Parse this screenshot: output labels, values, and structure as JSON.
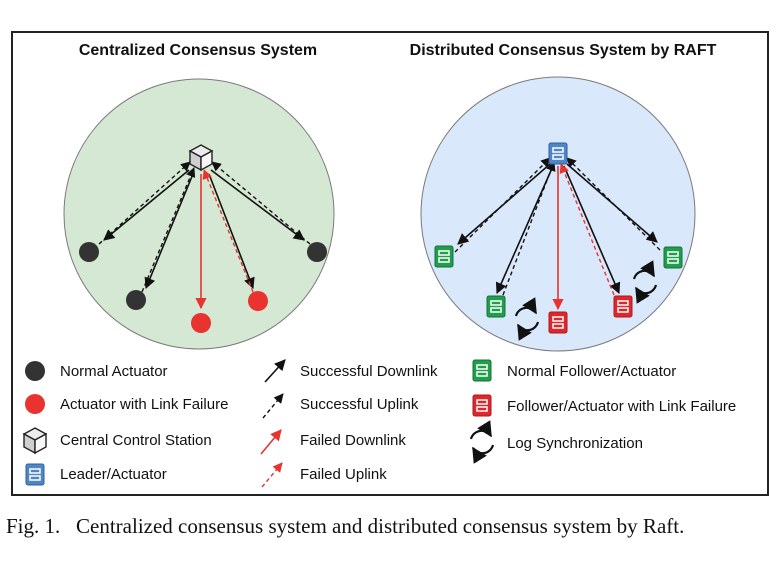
{
  "panels": {
    "centralized": {
      "title": "Centralized Consensus System"
    },
    "distributed": {
      "title": "Distributed Consensus System by RAFT"
    }
  },
  "legend": {
    "normal_actuator": "Normal Actuator",
    "failed_actuator": "Actuator with Link Failure",
    "central_station": "Central Control Station",
    "leader": "Leader/Actuator",
    "successful_downlink": "Successful Downlink",
    "successful_uplink": "Successful Uplink",
    "failed_downlink": "Failed Downlink",
    "failed_uplink": "Failed Uplink",
    "normal_follower": "Normal Follower/Actuator",
    "failed_follower": "Follower/Actuator with Link Failure",
    "log_sync": "Log Synchronization"
  },
  "colors": {
    "central_disc": "#d5e8d4",
    "raft_disc": "#dae8fc",
    "normal": "#333333",
    "failure": "#e8332e",
    "leader_blue": "#4f86c6",
    "follower_green": "#1f9e4c",
    "follower_red": "#e0262b"
  },
  "caption": {
    "label": "Fig. 1.",
    "text": "Centralized consensus system and distributed consensus system by Raft."
  }
}
